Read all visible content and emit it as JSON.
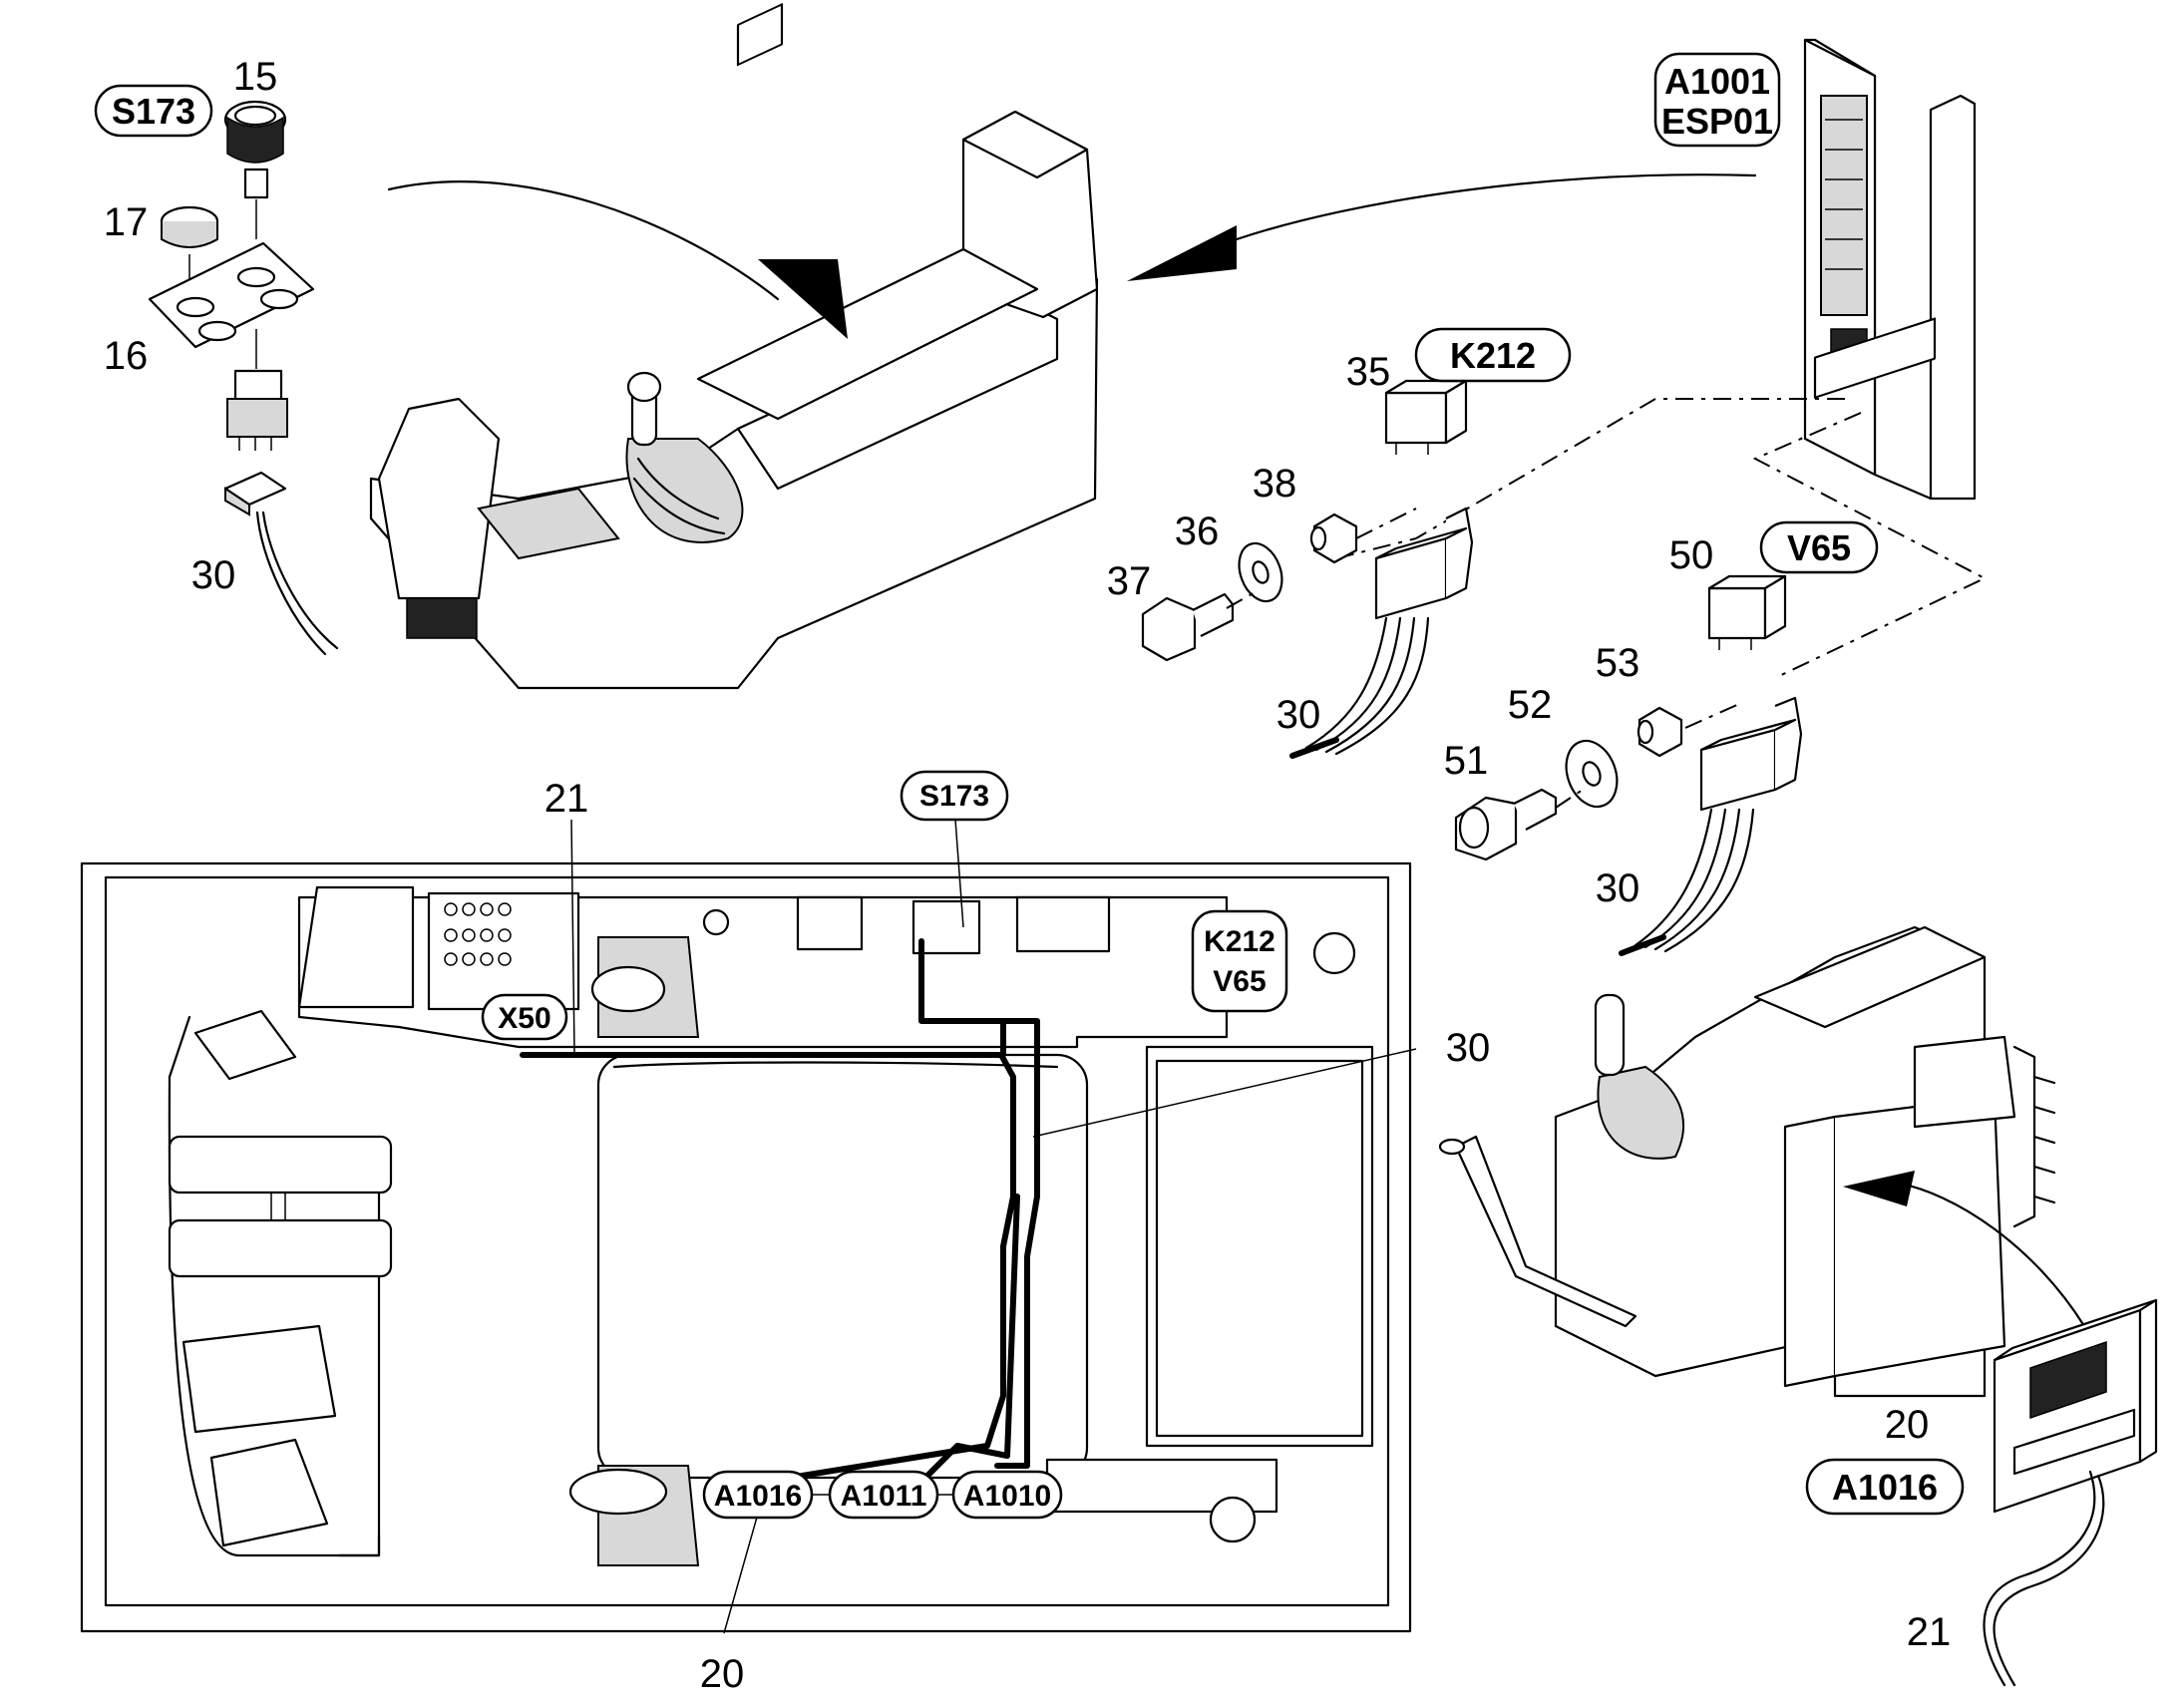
{
  "callouts": {
    "s173_top": "S173",
    "n15": "15",
    "n17": "17",
    "n16": "16",
    "n30_a": "30",
    "a1001": "A1001",
    "esp01": "ESP01",
    "k212_top": "K212",
    "n35": "35",
    "n38": "38",
    "n36": "36",
    "n37": "37",
    "n30_b": "30",
    "v65_top": "V65",
    "n50": "50",
    "n53": "53",
    "n52": "52",
    "n51": "51",
    "n30_c": "30",
    "n21_a": "21",
    "s173_mid": "S173",
    "x50": "X50",
    "k212_mid": "K212",
    "v65_mid": "V65",
    "n30_d": "30",
    "a1016_mid": "A1016",
    "a1011": "A1011",
    "a1010": "A1010",
    "n20_a": "20",
    "n20_b": "20",
    "a1016_right": "A1016",
    "n21_b": "21"
  }
}
